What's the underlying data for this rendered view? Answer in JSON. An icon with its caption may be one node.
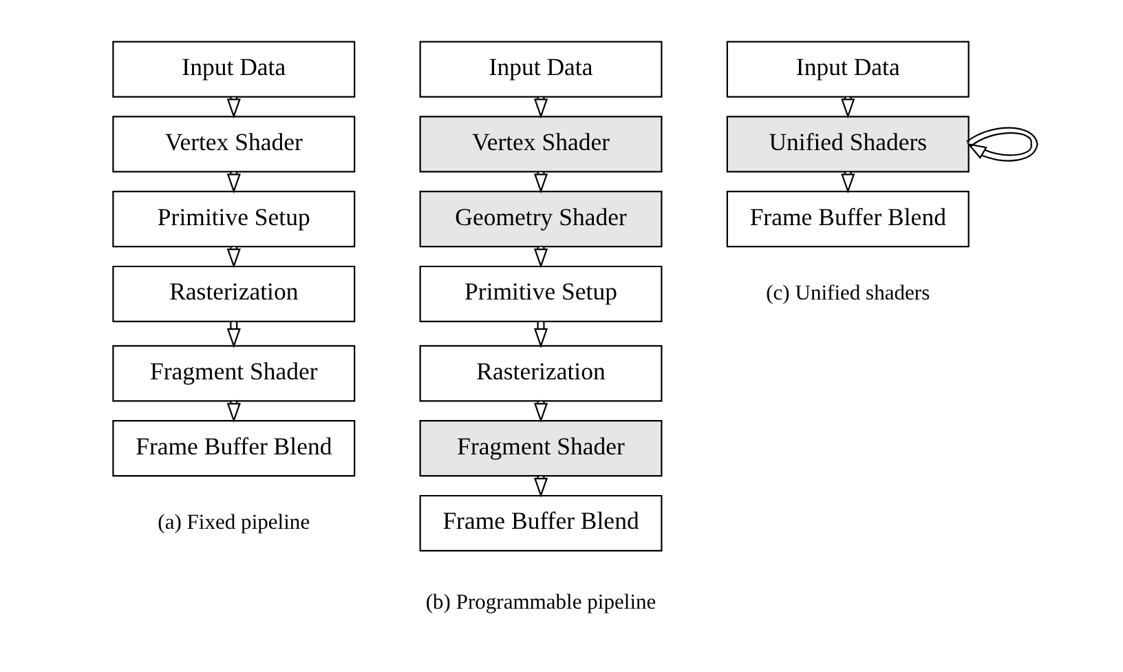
{
  "diagram": {
    "nodes": [
      {
        "text": [
          "Input Data"
        ]
      },
      {
        "text": [
          "Vertex Shader"
        ]
      },
      {
        "text": [
          "Primitive Setup"
        ]
      },
      {
        "text": [
          "Rasterization"
        ]
      },
      {
        "text": [
          "Fragment Shader"
        ]
      },
      {
        "text": [
          "Frame Buffer Blend"
        ]
      },
      {
        "text": [
          "Input Data"
        ]
      },
      {
        "text": [
          "Vertex Shader"
        ]
      },
      {
        "text": [
          "Geometry Shader"
        ]
      },
      {
        "text": [
          "Primitive Setup"
        ]
      },
      {
        "text": [
          "Rasterization"
        ]
      },
      {
        "text": [
          "Fragment Shader"
        ]
      },
      {
        "text": [
          "Frame Buffer Blend"
        ]
      },
      {
        "text": [
          "Input Data"
        ]
      },
      {
        "text": [
          "Unified Shaders"
        ]
      },
      {
        "text": [
          "Frame Buffer Blend"
        ]
      }
    ],
    "edges": [
      {
        "from": 0,
        "to": 1,
        "arrow": "to"
      },
      {
        "from": 1,
        "to": 2,
        "arrow": "to"
      },
      {
        "from": 2,
        "to": 3,
        "arrow": "to"
      },
      {
        "from": 3,
        "to": 4,
        "arrow": "to"
      },
      {
        "from": 4,
        "to": 5,
        "arrow": "to"
      },
      {
        "from": 6,
        "to": 7,
        "arrow": "to"
      },
      {
        "from": 7,
        "to": 8,
        "arrow": "to"
      },
      {
        "from": 8,
        "to": 9,
        "arrow": "to"
      },
      {
        "from": 9,
        "to": 10,
        "arrow": "to"
      },
      {
        "from": 10,
        "to": 11,
        "arrow": "to"
      },
      {
        "from": 11,
        "to": 12,
        "arrow": "to"
      },
      {
        "from": 13,
        "to": 14,
        "arrow": "to"
      },
      {
        "from": 14,
        "to": 14,
        "arrow": "to"
      },
      {
        "from": 14,
        "to": 15,
        "arrow": "to"
      }
    ],
    "labels": [
      "(a) Fixed pipeline",
      "(b) Programmable pipeline",
      "(c) Unified shaders"
    ]
  }
}
